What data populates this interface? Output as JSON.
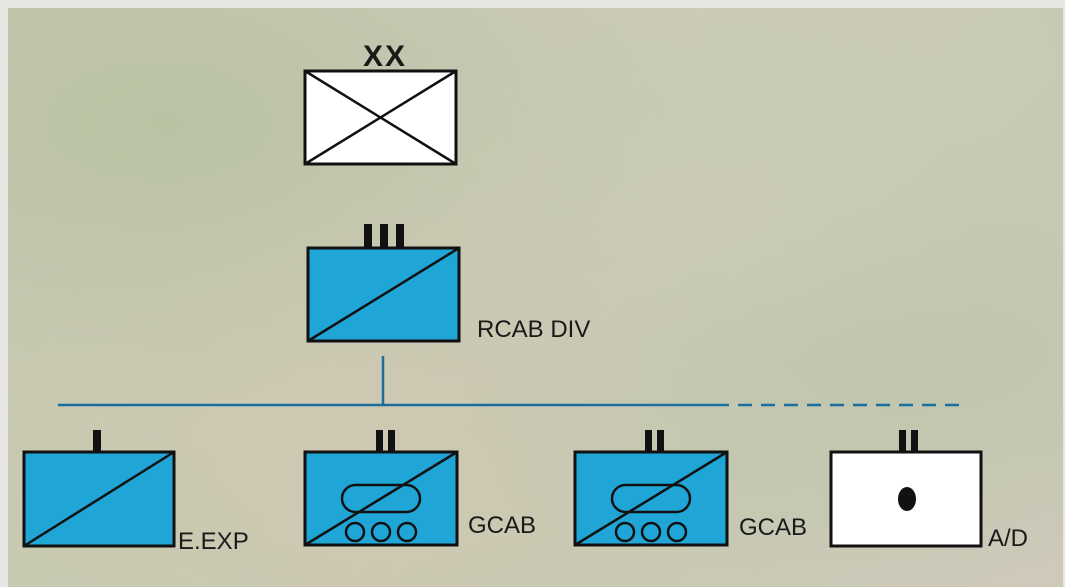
{
  "colors": {
    "unit_fill": "#1fa6d6",
    "white_fill": "#ffffff",
    "stroke": "#111111",
    "connector": "#1b6f9e"
  },
  "division": {
    "echelon_text": "XX",
    "icon": "infantry-cross-icon"
  },
  "headquarters": {
    "label": "RCAB DIV",
    "echelon": "III",
    "icon": "diagonal-slash-icon"
  },
  "subunits": [
    {
      "label": "E.EXP",
      "echelon": "I",
      "icon": "diagonal-slash-icon"
    },
    {
      "label": "GCAB",
      "echelon": "II",
      "icon": "armor-track-icon"
    },
    {
      "label": "GCAB",
      "echelon": "II",
      "icon": "armor-track-icon"
    },
    {
      "label": "A/D",
      "echelon": "II",
      "icon": "dot-icon"
    }
  ]
}
